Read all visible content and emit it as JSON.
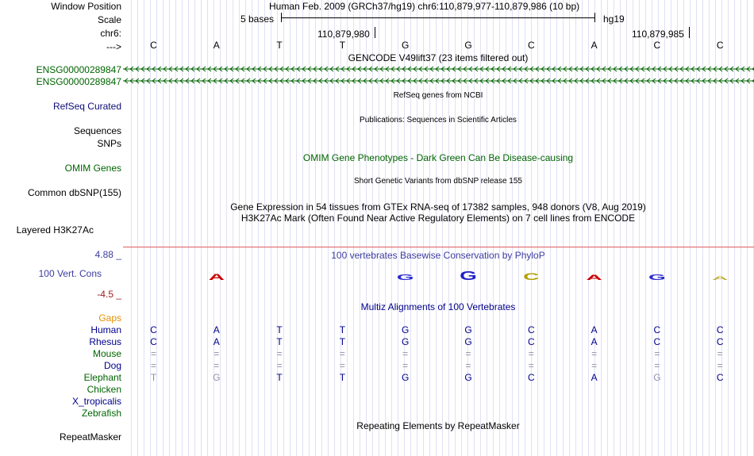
{
  "header": {
    "window_position_label": "Window Position",
    "window_position_value": "Human Feb. 2009 (GRCh37/hg19)   chr6:110,879,977-110,879,986 (10 bp)",
    "scale_label": "Scale",
    "scale_text": "5 bases",
    "assembly": "hg19",
    "chrom_label": "chr6:",
    "pos1": "110,879,980",
    "pos2": "110,879,985",
    "strand_label": "--->"
  },
  "bases": [
    "C",
    "A",
    "T",
    "T",
    "G",
    "G",
    "C",
    "A",
    "C",
    "C"
  ],
  "tracks": {
    "gencode_title": "GENCODE V49lift37 (23 items filtered out)",
    "gencode_items": [
      "ENSG00000289847",
      "ENSG00000289847"
    ],
    "refseq_label": "RefSeq Curated",
    "refseq_title": "RefSeq genes from NCBI",
    "sequences_label": "Sequences",
    "sequences_title": "Publications: Sequences in Scientific Articles",
    "snps_label": "SNPs",
    "omim_label": "OMIM Genes",
    "omim_title": "OMIM Gene Phenotypes - Dark Green Can Be Disease-causing",
    "dbsnp_label": "Common dbSNP(155)",
    "dbsnp_title": "Short Genetic Variants from dbSNP release 155",
    "gtex_title": "Gene Expression in 54 tissues from GTEx RNA-seq of 17382 samples, 948 donors (V8, Aug 2019)",
    "h3k27ac_title": "H3K27Ac Mark (Often Found Near Active Regulatory Elements) on 7 cell lines from ENCODE",
    "h3k27ac_label": "Layered H3K27Ac",
    "cons_max": "4.88 _",
    "cons_label": "100 Vert. Cons",
    "cons_min": "-4.5 _",
    "cons_title": "100 vertebrates Basewise Conservation by PhyloP",
    "multiz_title": "Multiz Alignments of 100 Vertebrates",
    "repeat_title": "Repeating Elements by RepeatMasker",
    "repeat_label": "RepeatMasker"
  },
  "conservation": {
    "logo_letters": [
      "",
      "A",
      "",
      "",
      "G",
      "G",
      "C",
      "A",
      "G",
      "A"
    ],
    "logo_colors": [
      "",
      "#cc0000",
      "",
      "",
      "#2a2ad0",
      "#2020c8",
      "#b0a000",
      "#cc0000",
      "#2a2ad0",
      "#c0b040"
    ]
  },
  "alignment": {
    "gaps_label": "Gaps",
    "rows": [
      {
        "species": "Human",
        "label_color": "#00008b",
        "bases": [
          "C",
          "A",
          "T",
          "T",
          "G",
          "G",
          "C",
          "A",
          "C",
          "C"
        ],
        "base_colors": [
          "#00008b",
          "#00008b",
          "#00008b",
          "#00008b",
          "#00008b",
          "#00008b",
          "#00008b",
          "#00008b",
          "#00008b",
          "#00008b"
        ]
      },
      {
        "species": "Rhesus",
        "label_color": "#00008b",
        "bases": [
          "C",
          "A",
          "T",
          "T",
          "G",
          "G",
          "C",
          "A",
          "C",
          "C"
        ],
        "base_colors": [
          "#00008b",
          "#00008b",
          "#00008b",
          "#00008b",
          "#00008b",
          "#00008b",
          "#00008b",
          "#00008b",
          "#00008b",
          "#00008b"
        ]
      },
      {
        "species": "Mouse",
        "label_color": "#006400",
        "bases": [
          "=",
          "=",
          "=",
          "=",
          "=",
          "=",
          "=",
          "=",
          "=",
          "="
        ],
        "base_colors": [
          "#9090a8",
          "#9090a8",
          "#9090a8",
          "#9090a8",
          "#9090a8",
          "#9090a8",
          "#9090a8",
          "#9090a8",
          "#9090a8",
          "#9090a8"
        ]
      },
      {
        "species": "Dog",
        "label_color": "#00008b",
        "bases": [
          "=",
          "=",
          "=",
          "=",
          "=",
          "=",
          "=",
          "=",
          "=",
          "="
        ],
        "base_colors": [
          "#9090a8",
          "#9090a8",
          "#9090a8",
          "#9090a8",
          "#9090a8",
          "#9090a8",
          "#9090a8",
          "#9090a8",
          "#9090a8",
          "#9090a8"
        ]
      },
      {
        "species": "Elephant",
        "label_color": "#006400",
        "bases": [
          "T",
          "G",
          "T",
          "T",
          "G",
          "G",
          "C",
          "A",
          "G",
          "C"
        ],
        "base_colors": [
          "#9090a8",
          "#9090a8",
          "#00008b",
          "#00008b",
          "#00008b",
          "#00008b",
          "#00008b",
          "#00008b",
          "#9090a8",
          "#00008b"
        ]
      },
      {
        "species": "Chicken",
        "label_color": "#006400",
        "bases": [
          "",
          "",
          "",
          "",
          "",
          "",
          "",
          "",
          "",
          ""
        ],
        "base_colors": []
      },
      {
        "species": "X_tropicalis",
        "label_color": "#00008b",
        "bases": [
          "",
          "",
          "",
          "",
          "",
          "",
          "",
          "",
          "",
          ""
        ],
        "base_colors": []
      },
      {
        "species": "Zebrafish",
        "label_color": "#006400",
        "bases": [
          "",
          "",
          "",
          "",
          "",
          "",
          "",
          "",
          "",
          ""
        ],
        "base_colors": []
      }
    ]
  },
  "colors": {
    "gencode": "#006400",
    "refseq": "#0c0c78",
    "omim": "#006400",
    "cons": "#3c3ca0",
    "cons_min": "#a02020",
    "multiz": "#00008b",
    "gaps": "#e69000",
    "grid": "#e0e0f4",
    "separator": "#e06060"
  }
}
